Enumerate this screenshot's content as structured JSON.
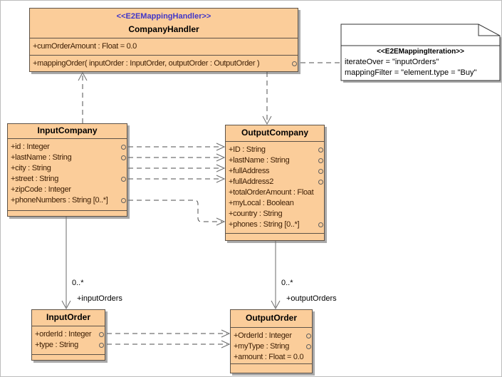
{
  "colors": {
    "class_fill": "#fbcd9a",
    "class_border": "#5d5247",
    "stereotype_text": "#4136c8",
    "member_text": "#3c1d03",
    "class_name_text": "#000000",
    "connector_dashed": "#4f4f4f",
    "connector_solid": "#6b6b6b",
    "note_fill": "#ffffff",
    "shadow": "#a9a9a9"
  },
  "classes": {
    "companyHandler": {
      "stereotype": "<<E2EMappingHandler>>",
      "name": "CompanyHandler",
      "attributes": [
        "+cumOrderAmount : Float = 0.0"
      ],
      "operations": [
        "+mappingOrder( inputOrder : InputOrder, outputOrder : OutputOrder )"
      ]
    },
    "inputCompany": {
      "name": "InputCompany",
      "attributes": [
        "+id : Integer",
        "+lastName : String",
        "+city : String",
        "+street : String",
        "+zipCode : Integer",
        "+phoneNumbers : String [0..*]"
      ]
    },
    "outputCompany": {
      "name": "OutputCompany",
      "attributes": [
        "+ID : String",
        "+lastName : String",
        "+fullAddress",
        "+fullAddress2",
        "+totalOrderAmount : Float",
        "+myLocal : Boolean",
        "+country : String",
        "+phones : String [0..*]"
      ]
    },
    "inputOrder": {
      "name": "InputOrder",
      "attributes": [
        "+orderId : Integer",
        "+type : String"
      ]
    },
    "outputOrder": {
      "name": "OutputOrder",
      "attributes": [
        "+OrderId : Integer",
        "+myType : String",
        "+amount : Float = 0.0"
      ]
    }
  },
  "note": {
    "stereotype": "<<E2EMappingIteration>>",
    "line1": "iterateOver = \"inputOrders\"",
    "line2": "mappingFilter = \"element.type = \"Buy\""
  },
  "associations": {
    "inputOrders": {
      "multiplicity": "0..*",
      "role": "+inputOrders"
    },
    "outputOrders": {
      "multiplicity": "0..*",
      "role": "+outputOrders"
    }
  }
}
